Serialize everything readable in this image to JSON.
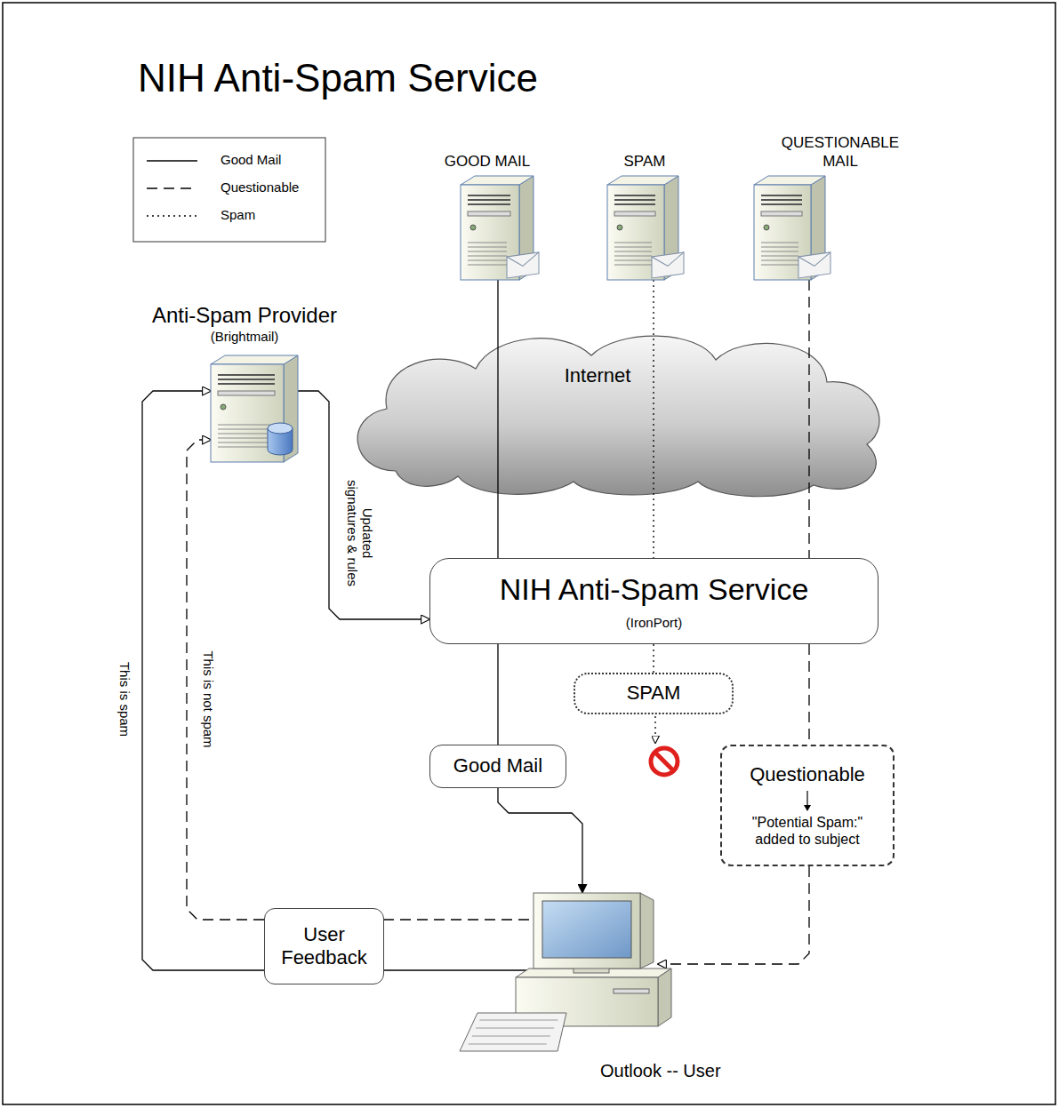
{
  "diagram": {
    "title": "NIH Anti-Spam Service",
    "nodes": [
      {
        "text": [
          "GOOD MAIL"
        ]
      },
      {
        "text": [
          "SPAM"
        ]
      },
      {
        "text": [
          "QUESTIONABLE MAIL"
        ]
      },
      {
        "text": [
          "Anti-Spam Provider",
          "(Brightmail)"
        ]
      },
      {
        "text": [
          "Internet"
        ]
      },
      {
        "text": [
          "NIH Anti-Spam Service",
          "(IronPort)"
        ]
      },
      {
        "text": [
          "SPAM"
        ]
      },
      {
        "text": [
          "Good Mail"
        ]
      },
      {
        "text": [
          "Questionable",
          "\"Potential Spam:\" added to subject"
        ]
      },
      {
        "text": [
          "User Feedback"
        ]
      },
      {
        "text": [
          "Outlook -- User"
        ]
      }
    ],
    "edges": [
      {
        "from": 0,
        "to": 5,
        "arrow": "none"
      },
      {
        "from": 5,
        "to": 7,
        "arrow": "none"
      },
      {
        "from": 7,
        "to": 10,
        "arrow": "to"
      },
      {
        "from": 1,
        "to": 5,
        "arrow": "none"
      },
      {
        "from": 5,
        "to": 6,
        "arrow": "none"
      },
      {
        "from": 2,
        "to": 5,
        "arrow": "none"
      },
      {
        "from": 5,
        "to": 8,
        "arrow": "none"
      },
      {
        "from": 8,
        "to": 10,
        "arrow": "to"
      },
      {
        "from": 3,
        "to": 5,
        "arrow": "to",
        "label": "Updated signatures & rules"
      },
      {
        "from": 10,
        "to": 9,
        "arrow": "none"
      },
      {
        "from": 9,
        "to": 3,
        "arrow": "to",
        "label": "This is spam"
      },
      {
        "from": 10,
        "to": 9,
        "arrow": "none"
      },
      {
        "from": 9,
        "to": 3,
        "arrow": "to",
        "label": "This is not spam"
      }
    ],
    "legend": [
      {
        "text": "Good Mail"
      },
      {
        "text": "Questionable"
      },
      {
        "text": "Spam"
      }
    ]
  }
}
